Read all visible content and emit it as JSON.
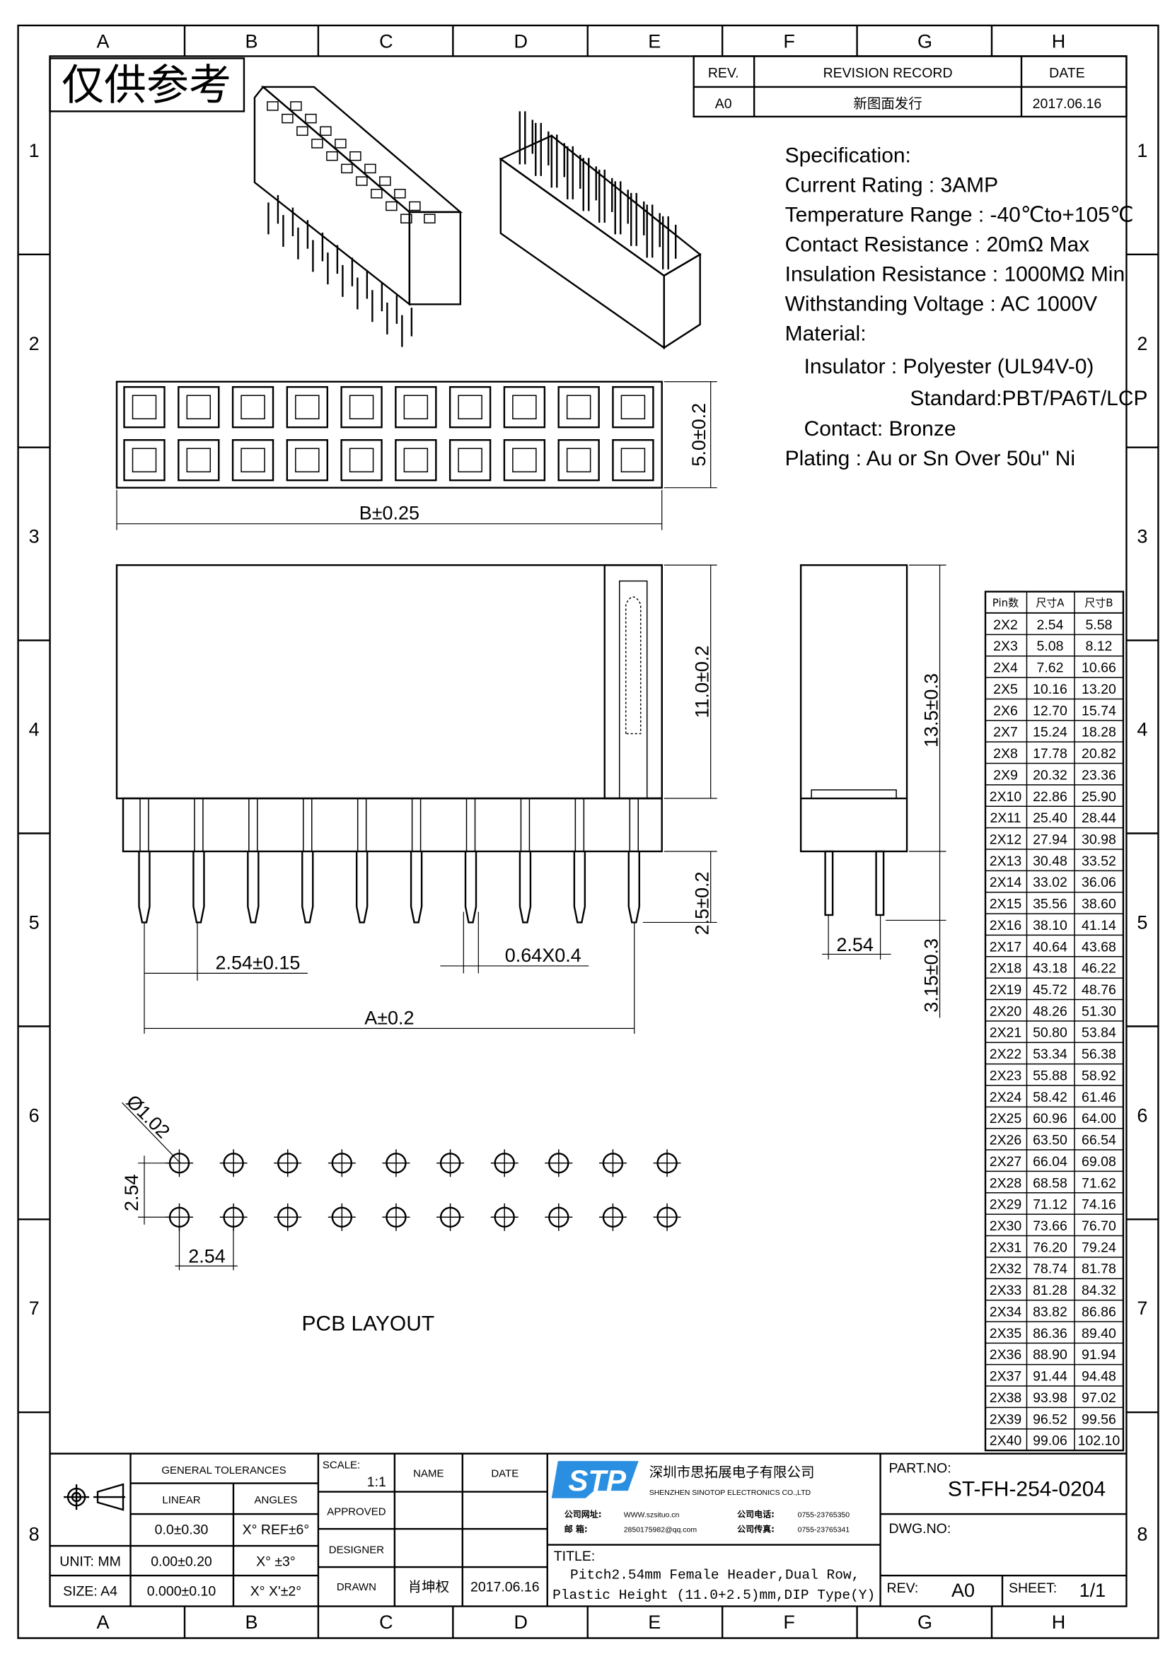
{
  "frame": {
    "columns": [
      "A",
      "B",
      "C",
      "D",
      "E",
      "F",
      "G",
      "H"
    ],
    "rows": [
      "1",
      "2",
      "3",
      "4",
      "5",
      "6",
      "7",
      "8"
    ]
  },
  "reference_stamp": "仅供参考",
  "revision": {
    "headers": [
      "REV.",
      "REVISION RECORD",
      "DATE"
    ],
    "rev": "A0",
    "record": "新图面发行",
    "date": "2017.06.16"
  },
  "spec": {
    "title": "Specification:",
    "lines": [
      "Current Rating : 3AMP",
      "Temperature Range : -40℃to+105℃",
      "Contact Resistance : 20mΩ Max",
      "Insulation Resistance : 1000MΩ Min",
      "Withstanding Voltage : AC 1000V",
      "Material:",
      "Insulator : Polyester (UL94V-0)",
      "Standard:PBT/PA6T/LCP",
      "Contact: Bronze",
      "Plating : Au or Sn Over 50u\" Ni"
    ]
  },
  "dims": {
    "width_b": "B±0.25",
    "depth": "5.0±0.2",
    "height": "11.0±0.2",
    "pin_len": "2.5±0.2",
    "side_height": "13.5±0.3",
    "tail": "3.15±0.3",
    "pitch": "2.54±0.15",
    "pin_size": "0.64X0.4",
    "overall_a": "A±0.2",
    "side_pitch": "2.54",
    "hole": "Ø1.02",
    "pcb_pitch_v": "2.54",
    "pcb_pitch_h": "2.54",
    "pcb_label": "PCB LAYOUT"
  },
  "pin_table": {
    "headers": [
      "Pin数",
      "尺寸A",
      "尺寸B"
    ],
    "rows": [
      [
        "2X2",
        "2.54",
        "5.58"
      ],
      [
        "2X3",
        "5.08",
        "8.12"
      ],
      [
        "2X4",
        "7.62",
        "10.66"
      ],
      [
        "2X5",
        "10.16",
        "13.20"
      ],
      [
        "2X6",
        "12.70",
        "15.74"
      ],
      [
        "2X7",
        "15.24",
        "18.28"
      ],
      [
        "2X8",
        "17.78",
        "20.82"
      ],
      [
        "2X9",
        "20.32",
        "23.36"
      ],
      [
        "2X10",
        "22.86",
        "25.90"
      ],
      [
        "2X11",
        "25.40",
        "28.44"
      ],
      [
        "2X12",
        "27.94",
        "30.98"
      ],
      [
        "2X13",
        "30.48",
        "33.52"
      ],
      [
        "2X14",
        "33.02",
        "36.06"
      ],
      [
        "2X15",
        "35.56",
        "38.60"
      ],
      [
        "2X16",
        "38.10",
        "41.14"
      ],
      [
        "2X17",
        "40.64",
        "43.68"
      ],
      [
        "2X18",
        "43.18",
        "46.22"
      ],
      [
        "2X19",
        "45.72",
        "48.76"
      ],
      [
        "2X20",
        "48.26",
        "51.30"
      ],
      [
        "2X21",
        "50.80",
        "53.84"
      ],
      [
        "2X22",
        "53.34",
        "56.38"
      ],
      [
        "2X23",
        "55.88",
        "58.92"
      ],
      [
        "2X24",
        "58.42",
        "61.46"
      ],
      [
        "2X25",
        "60.96",
        "64.00"
      ],
      [
        "2X26",
        "63.50",
        "66.54"
      ],
      [
        "2X27",
        "66.04",
        "69.08"
      ],
      [
        "2X28",
        "68.58",
        "71.62"
      ],
      [
        "2X29",
        "71.12",
        "74.16"
      ],
      [
        "2X30",
        "73.66",
        "76.70"
      ],
      [
        "2X31",
        "76.20",
        "79.24"
      ],
      [
        "2X32",
        "78.74",
        "81.78"
      ],
      [
        "2X33",
        "81.28",
        "84.32"
      ],
      [
        "2X34",
        "83.82",
        "86.86"
      ],
      [
        "2X35",
        "86.36",
        "89.40"
      ],
      [
        "2X36",
        "88.90",
        "91.94"
      ],
      [
        "2X37",
        "91.44",
        "94.48"
      ],
      [
        "2X38",
        "93.98",
        "97.02"
      ],
      [
        "2X39",
        "96.52",
        "99.56"
      ],
      [
        "2X40",
        "99.06",
        "102.10"
      ]
    ]
  },
  "title_block": {
    "gen_tol": "GENERAL TOLERANCES",
    "linear": "LINEAR",
    "angles": "ANGLES",
    "tol_rows": [
      [
        "0.0±0.30",
        "X° REF±6°"
      ],
      [
        "0.00±0.20",
        "X° ±3°"
      ],
      [
        "0.000±0.10",
        "X° X'±2°"
      ]
    ],
    "unit": "UNIT: MM",
    "size": "SIZE: A4",
    "scale_label": "SCALE:",
    "scale": "1:1",
    "name": "NAME",
    "date": "DATE",
    "approved": "APPROVED",
    "designer": "DESIGNER",
    "drawn": "DRAWN",
    "drawn_name": "肖坤权",
    "drawn_date": "2017.06.16",
    "logo": "STP",
    "company_cn": "深圳市思拓展电子有限公司",
    "company_en": "SHENZHEN SINOTOP ELECTRONICS CO.,LTD",
    "web_label": "公司网址:",
    "web": "WWW.szsituo.cn",
    "mail_label": "邮  箱:",
    "mail": "2850175982@qq.com",
    "tel_label": "公司电话:",
    "tel": "0755-23765350",
    "fax_label": "公司传真:",
    "fax": "0755-23765341",
    "title_label": "TITLE:",
    "title1": "Pitch2.54mm Female Header,Dual Row,",
    "title2": "Plastic Height (11.0+2.5)mm,DIP Type(Y)",
    "part_label": "PART.NO:",
    "part_no": "ST-FH-254-0204",
    "dwg_label": "DWG.NO:",
    "rev_label": "REV:",
    "rev": "A0",
    "sheet_label": "SHEET:",
    "sheet": "1/1",
    "brand_color": "#2a8fe0"
  }
}
